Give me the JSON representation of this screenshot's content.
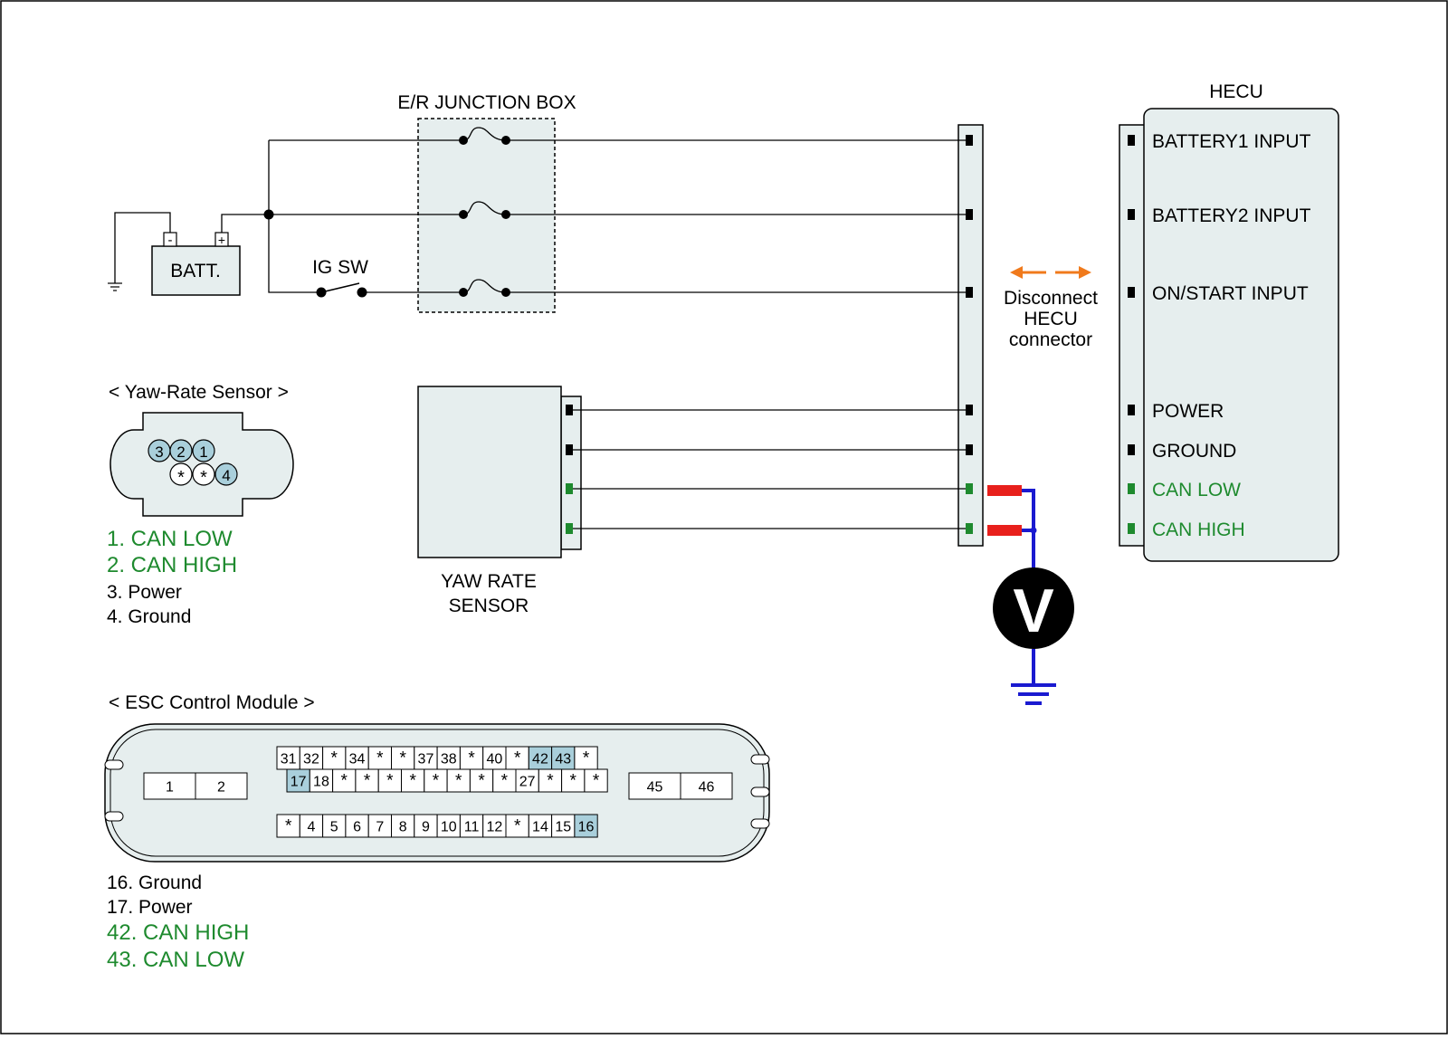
{
  "diagram": {
    "junction_box_title": "E/R JUNCTION BOX",
    "battery_label": "BATT.",
    "battery_minus": "-",
    "battery_plus": "+",
    "ig_switch_label": "IG SW",
    "hecu_title": "HECU",
    "hecu_pins": [
      {
        "label": "BATTERY1 INPUT",
        "color": "#000000"
      },
      {
        "label": "BATTERY2 INPUT",
        "color": "#000000"
      },
      {
        "label": "ON/START INPUT",
        "color": "#000000"
      },
      {
        "label": "POWER",
        "color": "#000000"
      },
      {
        "label": "GROUND",
        "color": "#000000"
      },
      {
        "label": "CAN LOW",
        "color": "#1e8a2e"
      },
      {
        "label": "CAN HIGH",
        "color": "#1e8a2e"
      }
    ],
    "disconnect_note": [
      "Disconnect",
      "HECU",
      "connector"
    ],
    "yaw_sensor_label": [
      "YAW RATE",
      "SENSOR"
    ],
    "voltmeter_symbol": "V",
    "yaw_connector": {
      "title": "< Yaw-Rate Sensor >",
      "top_row": [
        "3",
        "2",
        "1"
      ],
      "bottom_row": [
        "*",
        "*",
        "4"
      ],
      "pin_list": [
        {
          "text": "1. CAN LOW",
          "color": "#1e8a2e"
        },
        {
          "text": "2. CAN HIGH",
          "color": "#1e8a2e"
        },
        {
          "text": "3. Power",
          "color": "#000000"
        },
        {
          "text": "4. Ground",
          "color": "#000000"
        }
      ]
    },
    "esc_connector": {
      "title": "< ESC Control Module >",
      "left_block": [
        "1",
        "2"
      ],
      "right_block": [
        "45",
        "46"
      ],
      "row1": [
        "31",
        "32",
        "*",
        "34",
        "*",
        "*",
        "37",
        "38",
        "*",
        "40",
        "*",
        "42",
        "43",
        "*"
      ],
      "row2": [
        "17",
        "18",
        "*",
        "*",
        "*",
        "*",
        "*",
        "*",
        "*",
        "*",
        "27",
        "*",
        "*",
        "*"
      ],
      "row3": [
        "*",
        "4",
        "5",
        "6",
        "7",
        "8",
        "9",
        "10",
        "11",
        "12",
        "*",
        "14",
        "15",
        "16"
      ],
      "highlighted": [
        "16",
        "17",
        "42",
        "43"
      ],
      "pin_list": [
        {
          "text": "16. Ground",
          "color": "#000000"
        },
        {
          "text": "17. Power",
          "color": "#000000"
        },
        {
          "text": "42. CAN HIGH",
          "color": "#1e8a2e"
        },
        {
          "text": "43. CAN LOW",
          "color": "#1e8a2e"
        }
      ]
    }
  },
  "colors": {
    "panel_fill": "#e6eeee",
    "highlight_fill": "#a9cfdb",
    "can_green": "#1e8a2e",
    "probe_red": "#e8201c",
    "probe_blue": "#1a1ad0",
    "arrow_orange": "#f07a1c"
  }
}
